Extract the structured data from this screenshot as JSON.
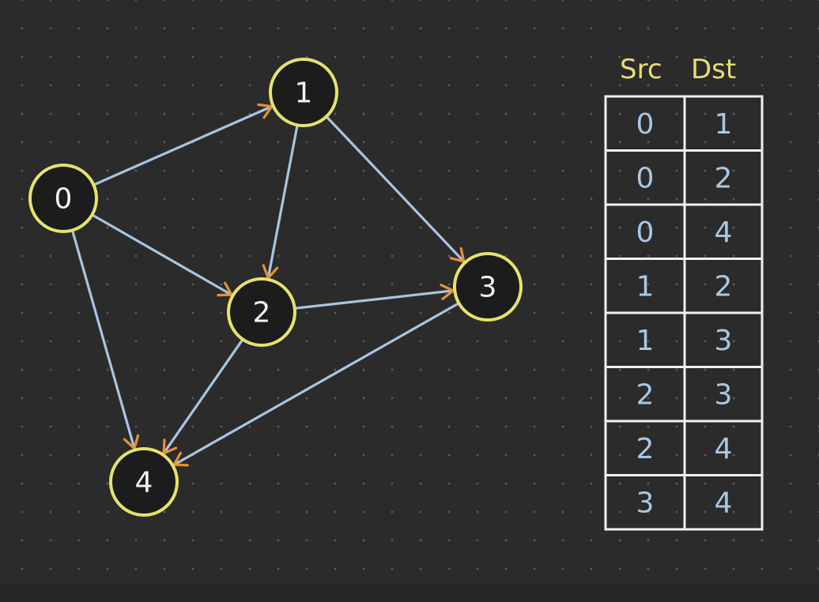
{
  "colors": {
    "background": "#2b2b2b",
    "node_ring": "#e6e36a",
    "node_fill": "#1c1c1c",
    "edge": "#a9c4e2",
    "arrowhead": "#e8912f",
    "table_header": "#ecdc72",
    "table_grid": "#f0f0f0",
    "table_text": "#a9c7e4"
  },
  "graph": {
    "nodes": [
      {
        "id": "0",
        "label": "0"
      },
      {
        "id": "1",
        "label": "1"
      },
      {
        "id": "2",
        "label": "2"
      },
      {
        "id": "3",
        "label": "3"
      },
      {
        "id": "4",
        "label": "4"
      }
    ],
    "edges": [
      {
        "src": "0",
        "dst": "1"
      },
      {
        "src": "0",
        "dst": "2"
      },
      {
        "src": "0",
        "dst": "4"
      },
      {
        "src": "1",
        "dst": "2"
      },
      {
        "src": "1",
        "dst": "3"
      },
      {
        "src": "2",
        "dst": "3"
      },
      {
        "src": "2",
        "dst": "4"
      },
      {
        "src": "3",
        "dst": "4"
      }
    ]
  },
  "table": {
    "headers": [
      "Src",
      "Dst"
    ],
    "rows": [
      [
        "0",
        "1"
      ],
      [
        "0",
        "2"
      ],
      [
        "0",
        "4"
      ],
      [
        "1",
        "2"
      ],
      [
        "1",
        "3"
      ],
      [
        "2",
        "3"
      ],
      [
        "2",
        "4"
      ],
      [
        "3",
        "4"
      ]
    ]
  }
}
